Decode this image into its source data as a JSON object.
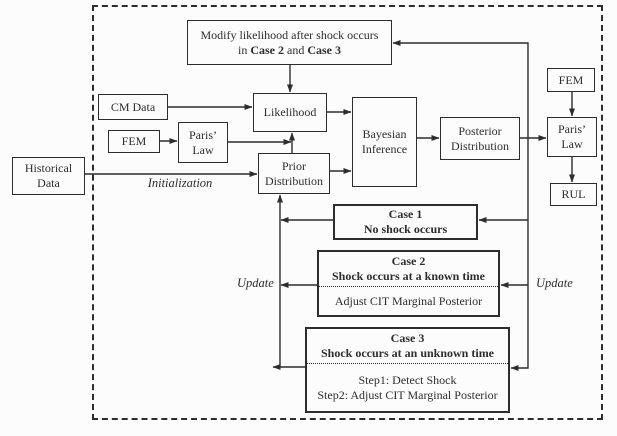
{
  "diagram": {
    "boxes": {
      "modify": {
        "line1": "Modify likelihood after shock occurs",
        "line2_pre": "in ",
        "line2_bold1": "Case 2",
        "line2_and": " and ",
        "line2_bold2": "Case 3"
      },
      "cm_data": {
        "label": "CM Data"
      },
      "fem_left": {
        "label": "FEM"
      },
      "paris_law_left": {
        "line1": "Paris’",
        "line2": "Law"
      },
      "historical": {
        "line1": "Historical",
        "line2": "Data"
      },
      "likelihood": {
        "label": "Likelihood"
      },
      "prior": {
        "line1": "Prior",
        "line2": "Distribution"
      },
      "bayesian": {
        "line1": "Bayesian",
        "line2": "Inference"
      },
      "posterior": {
        "line1": "Posterior",
        "line2": "Distribution"
      },
      "fem_right": {
        "label": "FEM"
      },
      "paris_law_right": {
        "line1": "Paris’",
        "line2": "Law"
      },
      "rul": {
        "label": "RUL"
      },
      "case1": {
        "title": "Case 1",
        "subtitle": "No shock occurs"
      },
      "case2": {
        "title": "Case 2",
        "subtitle": "Shock occurs at a known time",
        "body1": "Adjust CIT Marginal Posterior"
      },
      "case3": {
        "title": "Case 3",
        "subtitle": "Shock occurs at an unknown time",
        "body1": "Step1: Detect Shock",
        "body2": "Step2: Adjust CIT Marginal Posterior"
      }
    },
    "labels": {
      "initialization": "Initialization",
      "update_left": "Update",
      "update_right": "Update"
    },
    "colors": {
      "line": "#2d2d2d",
      "background": "#fcfcfc"
    }
  }
}
